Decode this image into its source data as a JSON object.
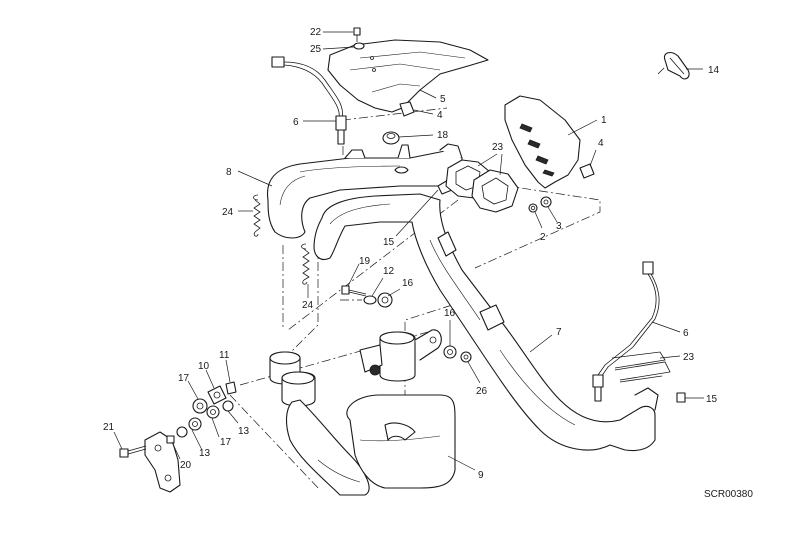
{
  "drawing_code": "SCR00380",
  "callouts": [
    {
      "label": "22"
    },
    {
      "label": "25"
    },
    {
      "label": "5"
    },
    {
      "label": "4"
    },
    {
      "label": "6"
    },
    {
      "label": "18"
    },
    {
      "label": "8"
    },
    {
      "label": "24"
    },
    {
      "label": "23"
    },
    {
      "label": "15"
    },
    {
      "label": "1"
    },
    {
      "label": "4"
    },
    {
      "label": "2"
    },
    {
      "label": "3"
    },
    {
      "label": "14"
    },
    {
      "label": "19"
    },
    {
      "label": "12"
    },
    {
      "label": "16"
    },
    {
      "label": "24"
    },
    {
      "label": "16"
    },
    {
      "label": "26"
    },
    {
      "label": "7"
    },
    {
      "label": "6"
    },
    {
      "label": "23"
    },
    {
      "label": "15"
    },
    {
      "label": "10"
    },
    {
      "label": "11"
    },
    {
      "label": "17"
    },
    {
      "label": "13"
    },
    {
      "label": "21"
    },
    {
      "label": "13"
    },
    {
      "label": "17"
    },
    {
      "label": "20"
    },
    {
      "label": "9"
    }
  ]
}
